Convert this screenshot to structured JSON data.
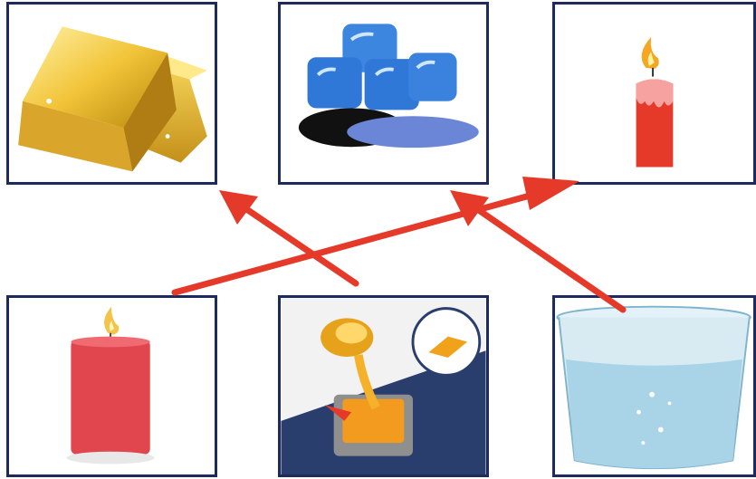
{
  "cards": [
    {
      "icon": "gold-bars-icon",
      "row": "top"
    },
    {
      "icon": "ice-cubes-icon",
      "row": "top"
    },
    {
      "icon": "melting-candle-icon",
      "row": "top"
    },
    {
      "icon": "candle-icon",
      "row": "bottom"
    },
    {
      "icon": "pouring-molten-gold-icon",
      "row": "bottom"
    },
    {
      "icon": "glass-of-water-icon",
      "row": "bottom"
    }
  ],
  "connections": [
    {
      "from": "candle-icon",
      "to": "melting-candle-icon"
    },
    {
      "from": "pouring-molten-gold-icon",
      "to": "gold-bars-icon"
    },
    {
      "from": "glass-of-water-icon",
      "to": "ice-cubes-icon"
    }
  ],
  "colors": {
    "card_border": "#1c2a5e",
    "arrow": "#e53a2a"
  }
}
